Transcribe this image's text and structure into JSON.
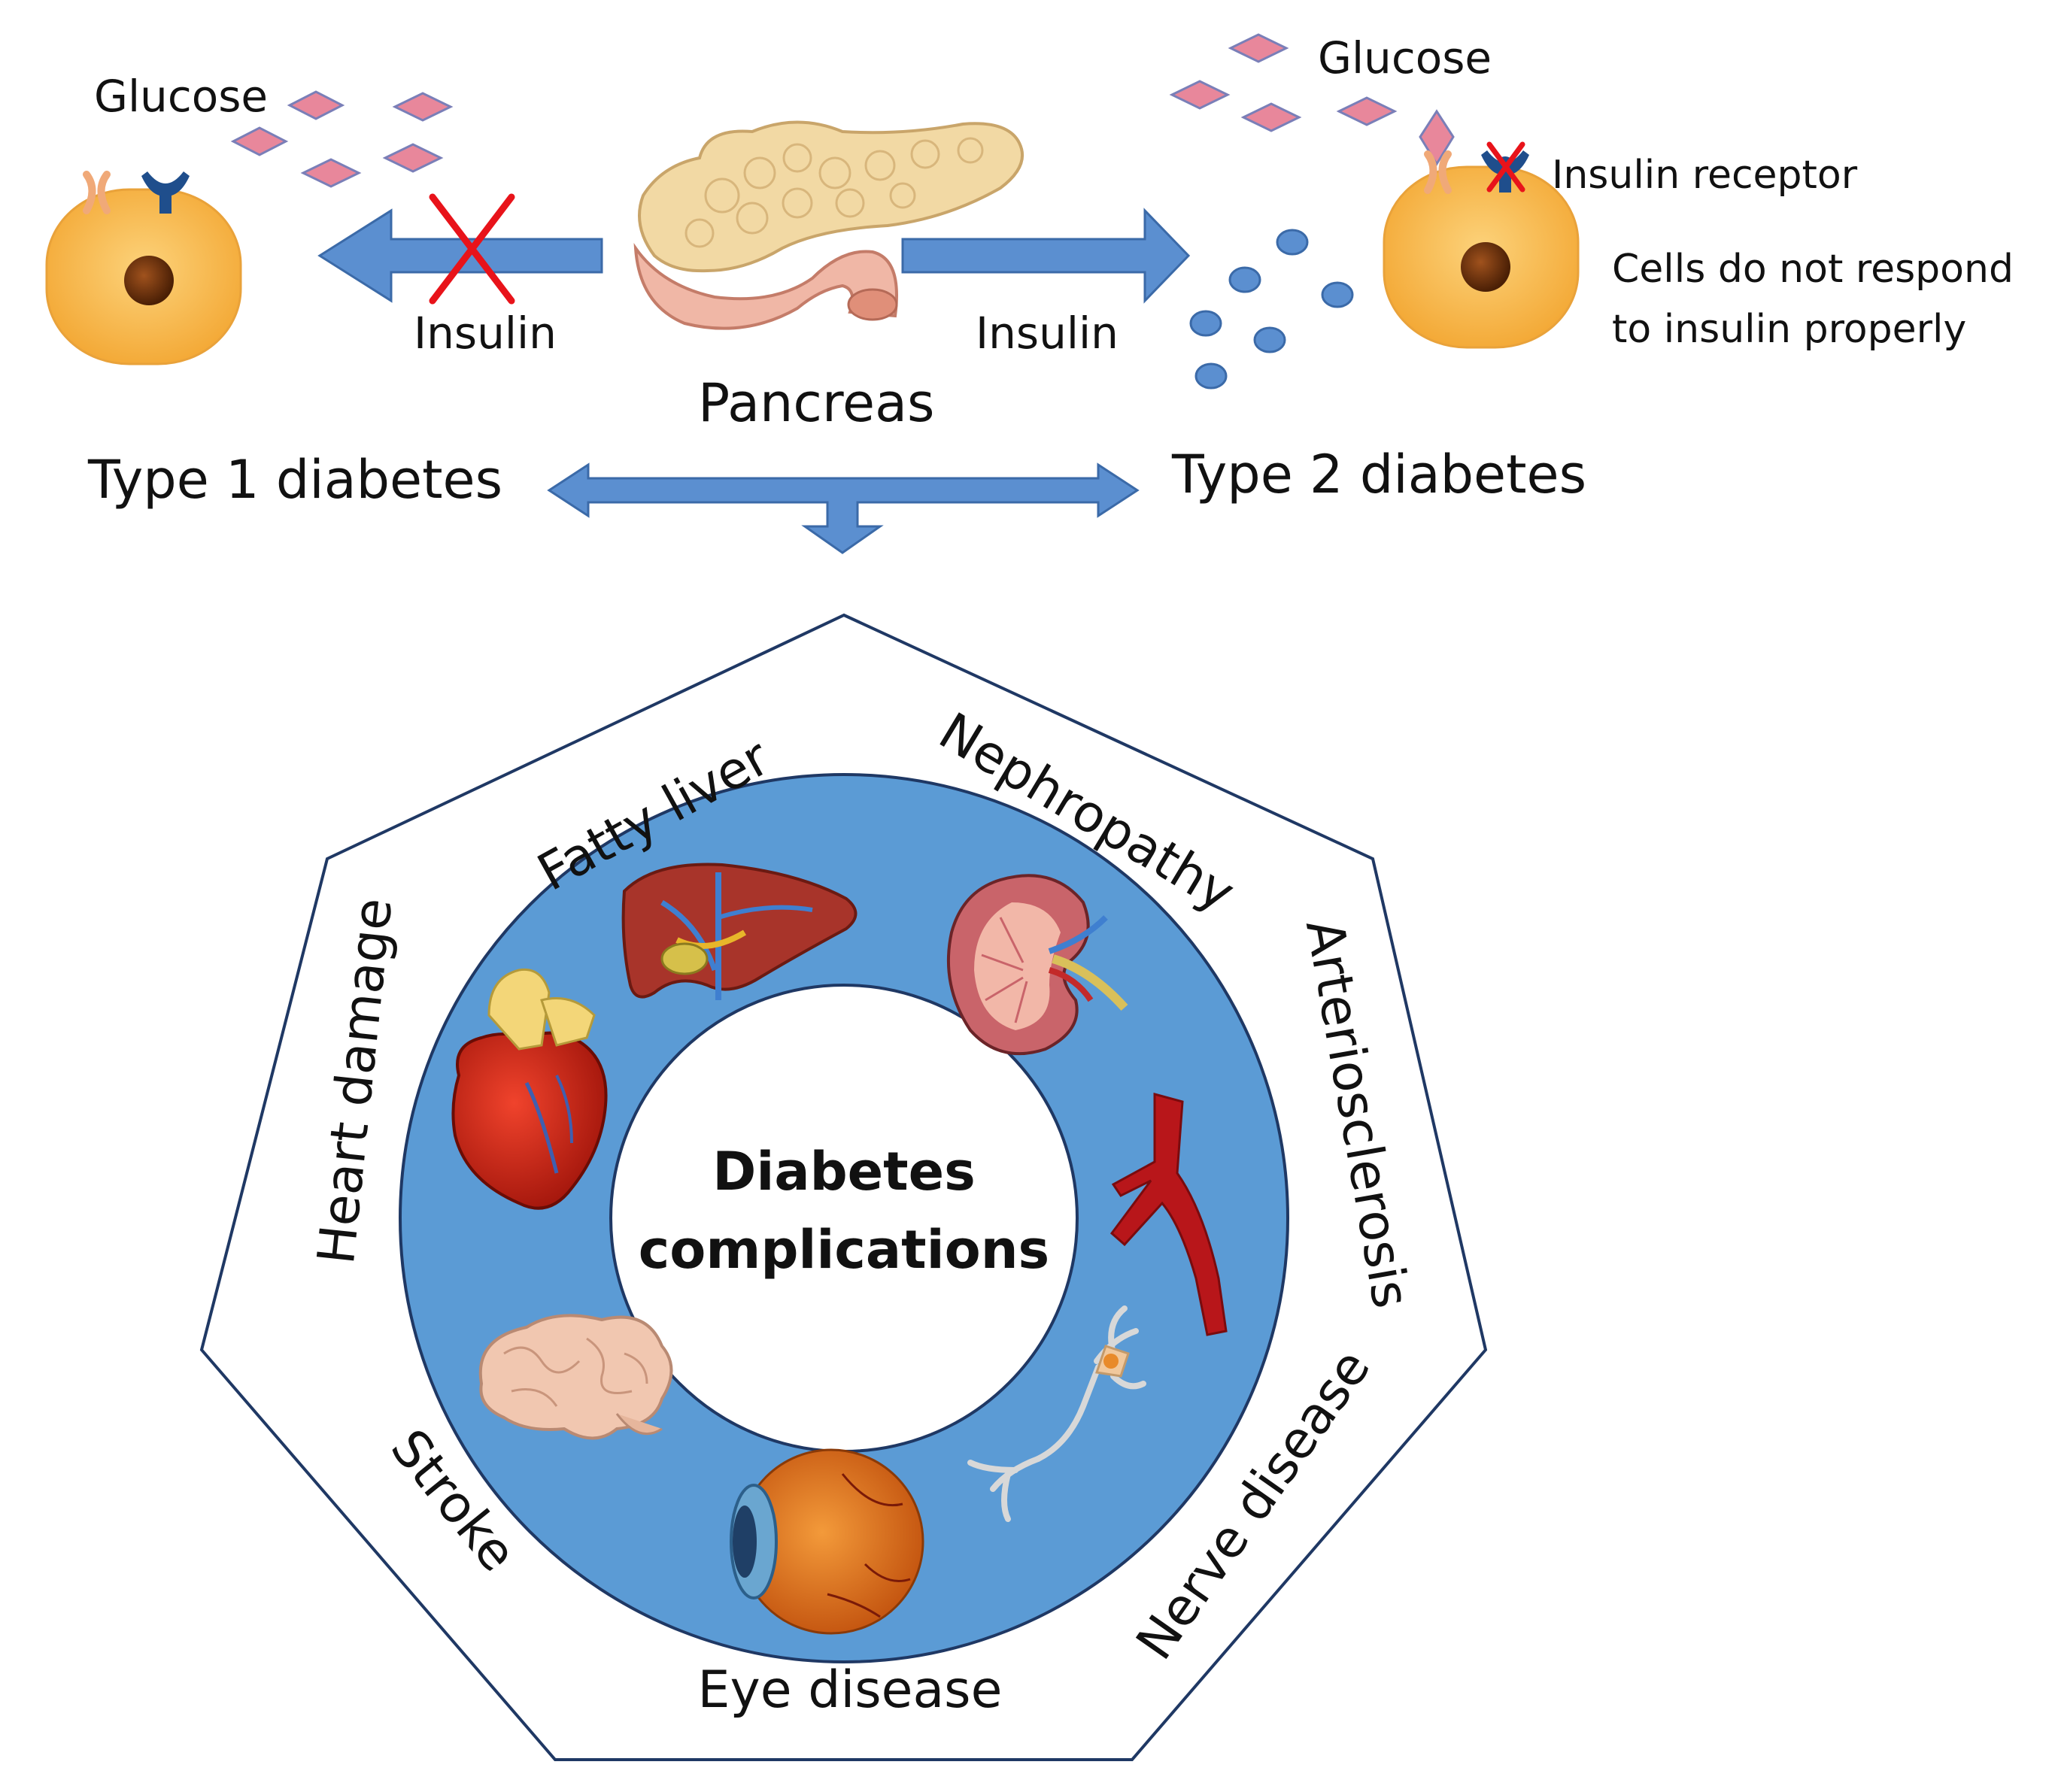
{
  "top": {
    "type1": {
      "glucose_label": "Glucose",
      "insulin_label": "Insulin",
      "title": "Type 1 diabetes"
    },
    "pancreas_label": "Pancreas",
    "type2": {
      "glucose_label": "Glucose",
      "insulin_label": "Insulin",
      "receptor_label": "Insulin receptor",
      "note_line1": "Cells do not respond",
      "note_line2": "to insulin properly",
      "title": "Type 2 diabetes"
    }
  },
  "complications": {
    "center_line1": "Diabetes",
    "center_line2": "complications",
    "items": [
      {
        "label": "Fatty liver",
        "icon": "liver-icon"
      },
      {
        "label": "Nephropathy",
        "icon": "kidney-icon"
      },
      {
        "label": "Arteriosclerosis",
        "icon": "artery-icon"
      },
      {
        "label": "Nerve disease",
        "icon": "neuron-icon"
      },
      {
        "label": "Eye disease",
        "icon": "eye-icon"
      },
      {
        "label": "Stroke",
        "icon": "brain-icon"
      },
      {
        "label": "Heart damage",
        "icon": "heart-icon"
      }
    ]
  },
  "colors": {
    "arrow_blue": "#5b8fd0",
    "ring_blue": "#5b9bd5",
    "cell_orange": "#f6b84a",
    "glucose_pink": "#e8879b",
    "cross_red": "#e8131a"
  }
}
